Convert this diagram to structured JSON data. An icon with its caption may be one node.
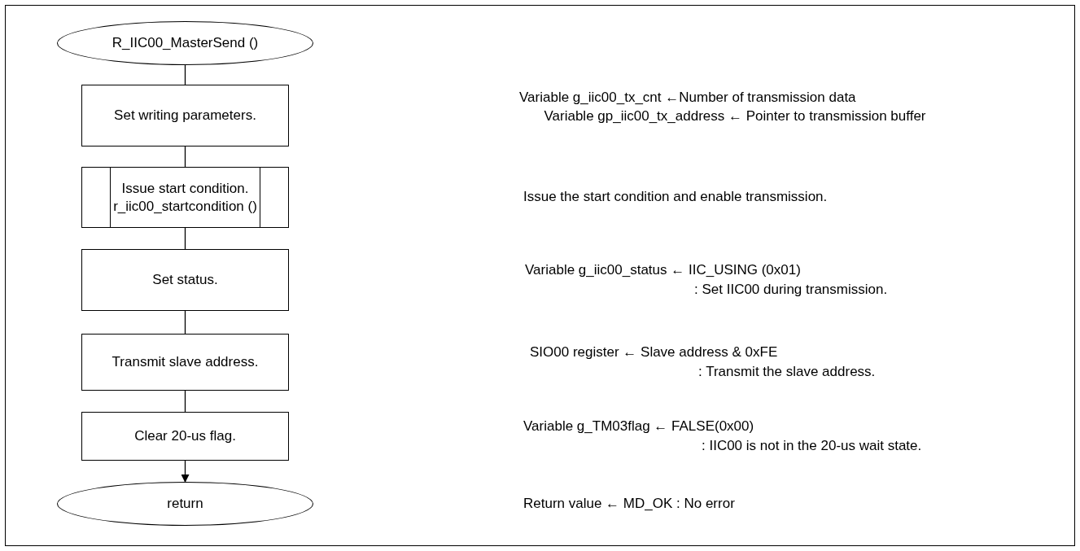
{
  "diagram": {
    "nodes": [
      {
        "text": [
          "R_IIC00_MasterSend ()"
        ]
      },
      {
        "text": [
          "Set writing parameters."
        ]
      },
      {
        "text": [
          "Issue start condition.",
          "r_iic00_startcondition ()"
        ]
      },
      {
        "text": [
          "Set status."
        ]
      },
      {
        "text": [
          "Transmit slave address."
        ]
      },
      {
        "text": [
          "Clear 20-us flag."
        ]
      },
      {
        "text": [
          "return"
        ]
      }
    ],
    "edges": [
      {
        "from": 0,
        "to": 1,
        "arrow": "none"
      },
      {
        "from": 1,
        "to": 2,
        "arrow": "none"
      },
      {
        "from": 2,
        "to": 3,
        "arrow": "none"
      },
      {
        "from": 3,
        "to": 4,
        "arrow": "none"
      },
      {
        "from": 4,
        "to": 5,
        "arrow": "none"
      },
      {
        "from": 5,
        "to": 6,
        "arrow": "to"
      }
    ],
    "labels": [
      "Variable g_iic00_tx_cnt ←Number of transmission data",
      "Variable gp_iic00_tx_address ← Pointer to transmission buffer",
      "Issue the start condition and enable transmission.",
      "Variable g_iic00_status ← IIC_USING (0x01)",
      ": Set IIC00 during transmission.",
      "SIO00 register ← Slave address & 0xFE",
      ": Transmit the slave address.",
      "Variable g_TM03flag ← FALSE(0x00)",
      ": IIC00 is not in the 20-us wait state.",
      "Return value ← MD_OK : No error"
    ]
  }
}
